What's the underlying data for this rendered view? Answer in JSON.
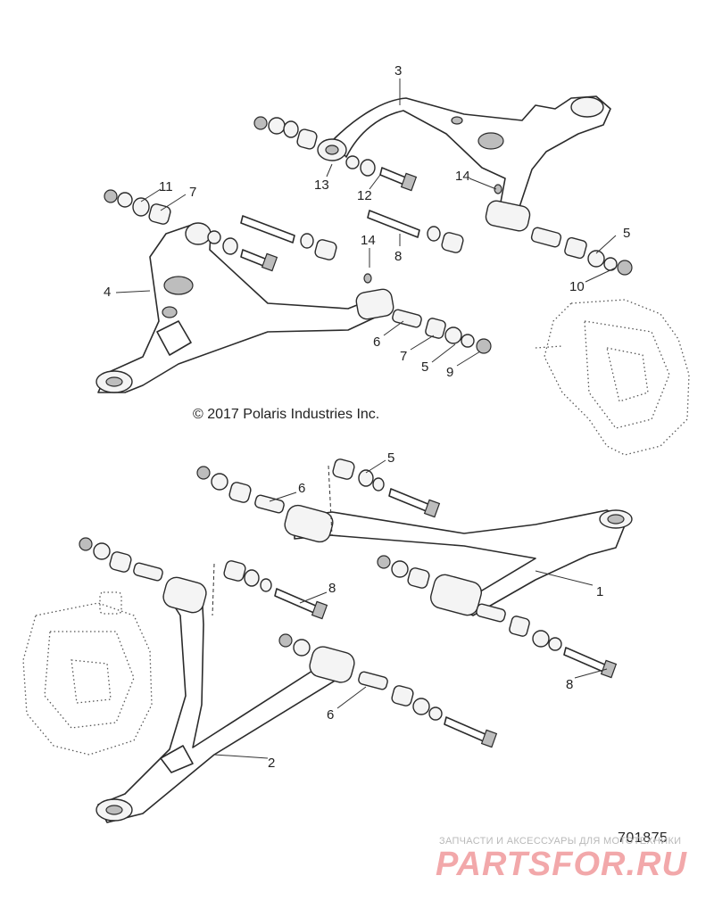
{
  "copyright": "© 2017 Polaris Industries Inc.",
  "diagram_id": "701875",
  "watermark": {
    "tagline": "ЗАПЧАСТИ И АКСЕССУАРЫ ДЛЯ МОТОТЕХНИКИ",
    "logo": "PARTSFOR.RU"
  },
  "callouts": {
    "c1": "1",
    "c2": "2",
    "c3": "3",
    "c4": "4",
    "c5a": "5",
    "c5b": "5",
    "c5c": "5",
    "c6a": "6",
    "c6b": "6",
    "c6c": "6",
    "c7a": "7",
    "c7b": "7",
    "c8a": "8",
    "c8b": "8",
    "c8c": "8",
    "c9": "9",
    "c10": "10",
    "c11": "11",
    "c12": "12",
    "c13": "13",
    "c14a": "14",
    "c14b": "14"
  }
}
